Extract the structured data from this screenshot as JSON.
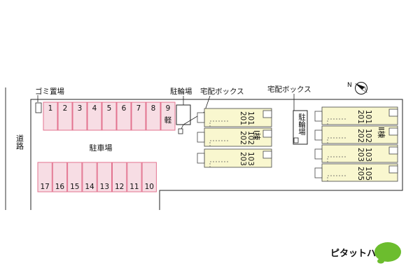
{
  "labels": {
    "garbage": "ゴミ置場",
    "bicycle_top": "駐輪場",
    "delivery_left": "宅配ボックス",
    "delivery_right": "宅配ボックス",
    "parking": "駐車場",
    "road": "道路",
    "bicycle_right": "駐輪場"
  },
  "parking_top": [
    "1",
    "2",
    "3",
    "4",
    "5",
    "6",
    "7",
    "8",
    "9",
    "軽"
  ],
  "parking_bottom": [
    "17",
    "16",
    "15",
    "14",
    "13",
    "12",
    "11",
    "10"
  ],
  "building1": {
    "name": "Ⅰ棟",
    "units": [
      [
        "201",
        "101"
      ],
      [
        "202",
        "102"
      ],
      [
        "203",
        "103"
      ]
    ]
  },
  "building2": {
    "name": "Ⅱ棟",
    "units": [
      [
        "201",
        "101"
      ],
      [
        "202",
        "102"
      ],
      [
        "203",
        "103"
      ],
      [
        "205",
        "105"
      ]
    ]
  },
  "compass": "N",
  "logo": "ピタットハウス",
  "colors": {
    "parking_fill": "#f7dde4",
    "parking_stroke": "#e3738f",
    "building_fill": "#f9f7cf",
    "logo_green": "#6cbd2e"
  }
}
